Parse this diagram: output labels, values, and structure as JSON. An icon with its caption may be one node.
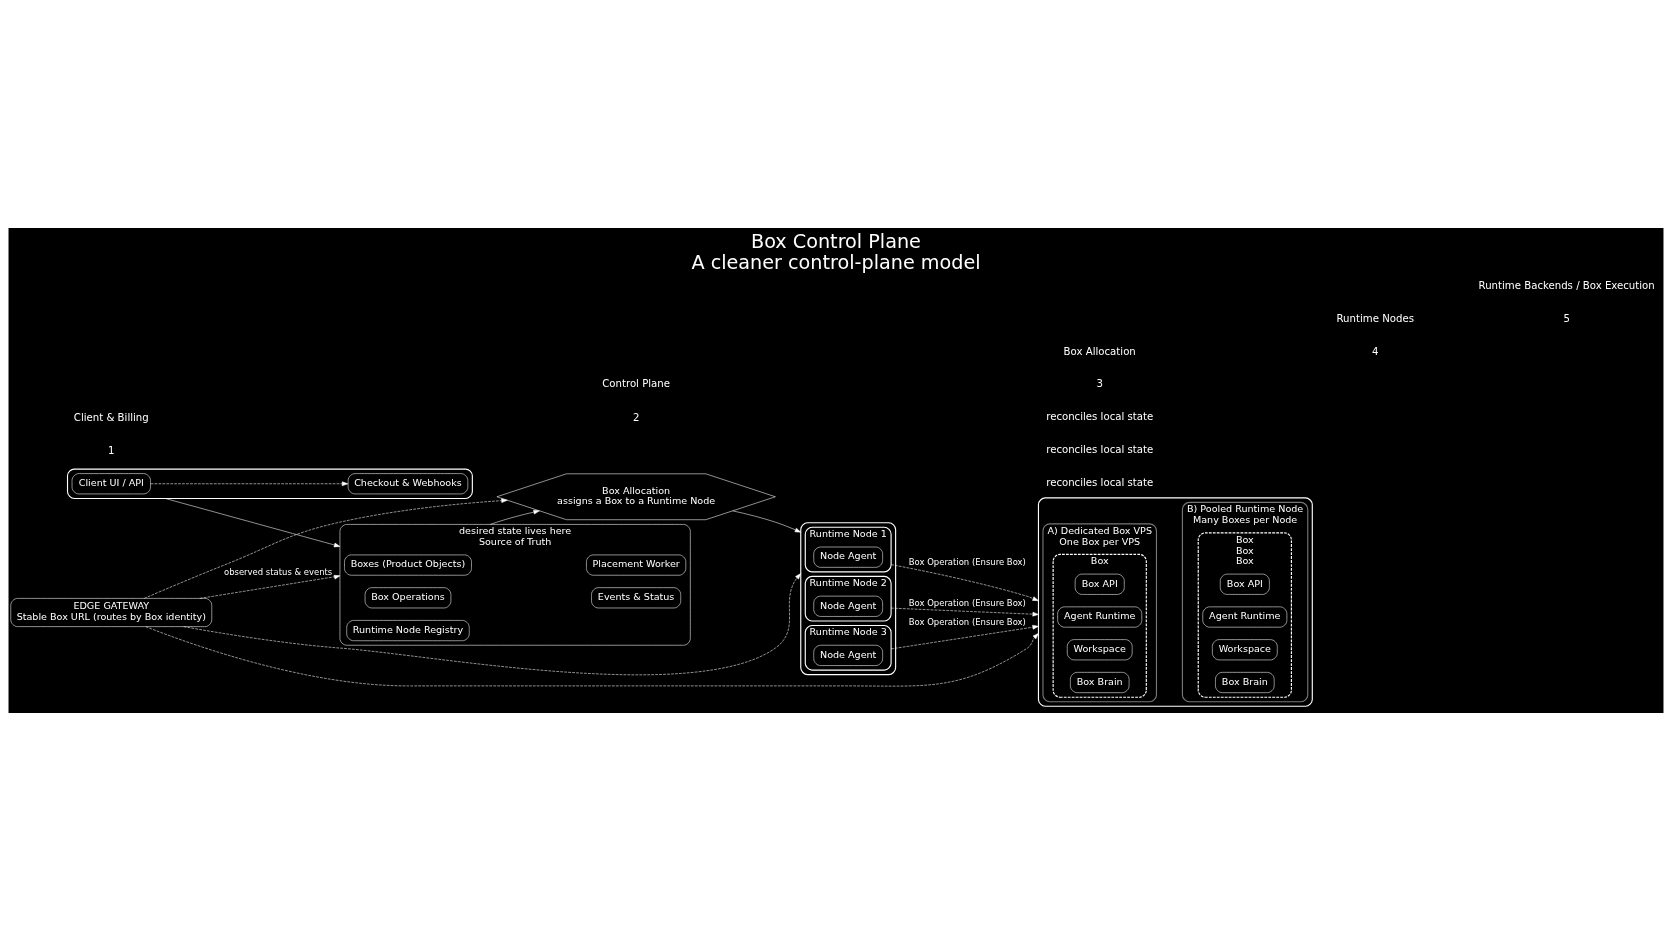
{
  "diagram": {
    "title": "Box Control Plane",
    "caption": "A cleaner control-plane model",
    "nodes": [
      {
        "text": [],
        "shape": "box"
      },
      {
        "text": [
          "Client UI / API"
        ],
        "in": 0
      },
      {
        "text": [
          "Checkout & Webhooks"
        ],
        "in": 0
      },
      {
        "text": [
          "desired state lives here",
          "Source of Truth"
        ]
      },
      {
        "text": [
          "Boxes (Product Objects)"
        ],
        "in": 3
      },
      {
        "text": [
          "Placement Worker"
        ],
        "in": 3
      },
      {
        "text": [
          "Box Operations"
        ],
        "in": 3
      },
      {
        "text": [
          "Events & Status"
        ],
        "in": 3
      },
      {
        "text": [
          "Runtime Node Registry"
        ],
        "in": 3
      },
      {
        "text": [
          "Box Allocation",
          "assigns a Box to a Runtime Node"
        ]
      },
      {
        "text": [],
        "shape": "box"
      },
      {
        "text": [
          "Runtime Node 1"
        ],
        "in": 10
      },
      {
        "text": [
          "Node Agent"
        ],
        "in": 11
      },
      {
        "text": [
          "Runtime Node 2"
        ],
        "in": 10
      },
      {
        "text": [
          "Node Agent"
        ],
        "in": 13
      },
      {
        "text": [
          "Runtime Node 3"
        ],
        "in": 10
      },
      {
        "text": [
          "Node Agent"
        ],
        "in": 15
      },
      {
        "text": [],
        "shape": "box"
      },
      {
        "text": [
          "A) Dedicated Box VPS",
          "One Box per VPS"
        ],
        "in": 17
      },
      {
        "text": [
          "Box"
        ],
        "in": 18
      },
      {
        "text": [
          "Agent Runtime"
        ],
        "in": 19
      },
      {
        "text": [
          "Box API"
        ],
        "in": 19
      },
      {
        "text": [
          "Workspace"
        ],
        "in": 19
      },
      {
        "text": [
          "Box Brain"
        ],
        "in": 19
      },
      {
        "text": [
          "B) Pooled Runtime Node",
          "Many Boxes per Node"
        ],
        "in": 17
      },
      {
        "text": [
          "Box",
          "Box",
          "Box"
        ],
        "in": 24
      },
      {
        "text": [
          "Agent Runtime"
        ],
        "in": 25
      },
      {
        "text": [
          "Box API"
        ],
        "in": 25
      },
      {
        "text": [
          "Workspace"
        ],
        "in": 25
      },
      {
        "text": [
          "Box Brain"
        ],
        "in": 25
      },
      {
        "text": [
          "EDGE GATEWAY",
          "Stable Box URL (routes by Box identity)"
        ]
      }
    ],
    "edges": [
      {
        "from": 1,
        "to": 2,
        "arrow": "to",
        "style": "dashed"
      },
      {
        "from": 0,
        "to": 3,
        "arrow": "to"
      },
      {
        "from": 3,
        "to": 9,
        "arrow": "to"
      },
      {
        "from": 9,
        "to": 10,
        "arrow": "to"
      },
      {
        "from": 11,
        "to": 17,
        "arrow": "to",
        "style": "dashed",
        "label": "Box Operation (Ensure Box)"
      },
      {
        "from": 13,
        "to": 17,
        "arrow": "to",
        "style": "dashed",
        "label": "Box Operation (Ensure Box)"
      },
      {
        "from": 15,
        "to": 17,
        "arrow": "to",
        "style": "dashed",
        "label": "Box Operation (Ensure Box)"
      },
      {
        "from": 30,
        "to": 3,
        "arrow": "to",
        "style": "dashed",
        "label": "observed status & events"
      },
      {
        "from": 30,
        "to": 9,
        "arrow": "to",
        "style": "dashed"
      },
      {
        "from": 30,
        "to": 10,
        "arrow": "to",
        "style": "dashed"
      },
      {
        "from": 30,
        "to": 17,
        "arrow": "to",
        "style": "dashed"
      }
    ],
    "labels": [
      "1",
      "Client & Billing",
      "2",
      "Control Plane",
      "3",
      "Box Allocation",
      "4",
      "Runtime Nodes",
      "5",
      "Runtime Backends / Box Execution",
      "reconciles local state",
      "reconciles local state",
      "reconciles local state"
    ]
  }
}
